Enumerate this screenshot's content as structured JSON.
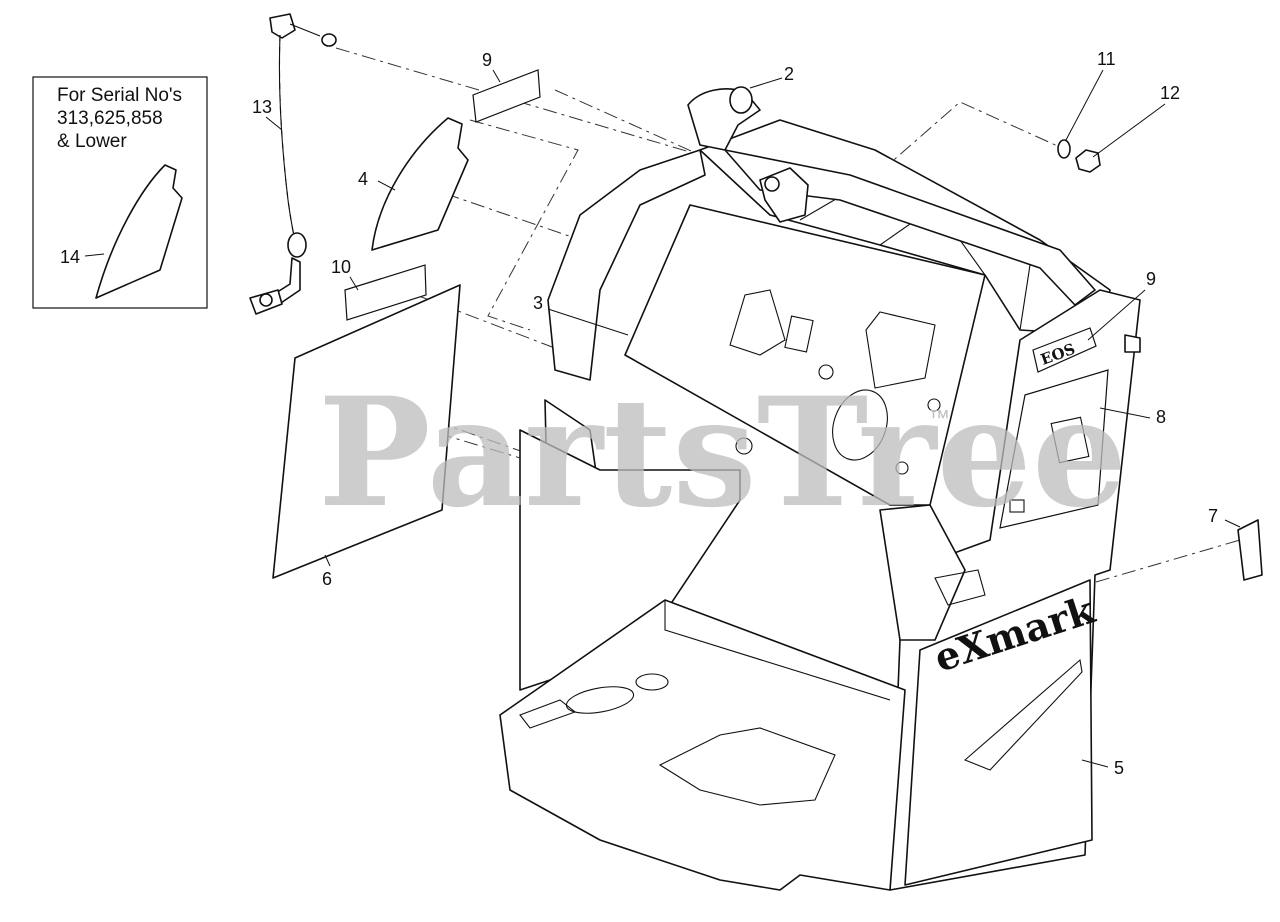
{
  "watermark": {
    "text": "PartsTree",
    "trademark": "™"
  },
  "inset": {
    "line1": "For Serial No's",
    "line2": "313,625,858",
    "line3": "& Lower"
  },
  "labels": {
    "l2": "2",
    "l3": "3",
    "l4": "4",
    "l5": "5",
    "l6": "6",
    "l7": "7",
    "l8": "8",
    "l9a": "9",
    "l9b": "9",
    "l10": "10",
    "l11": "11",
    "l12": "12",
    "l13": "13",
    "l14": "14"
  },
  "decals": {
    "eos": "EOS",
    "brand": "eXmark"
  },
  "colors": {
    "line": "#111111",
    "watermark": "#bdbdbd",
    "background": "#ffffff"
  }
}
